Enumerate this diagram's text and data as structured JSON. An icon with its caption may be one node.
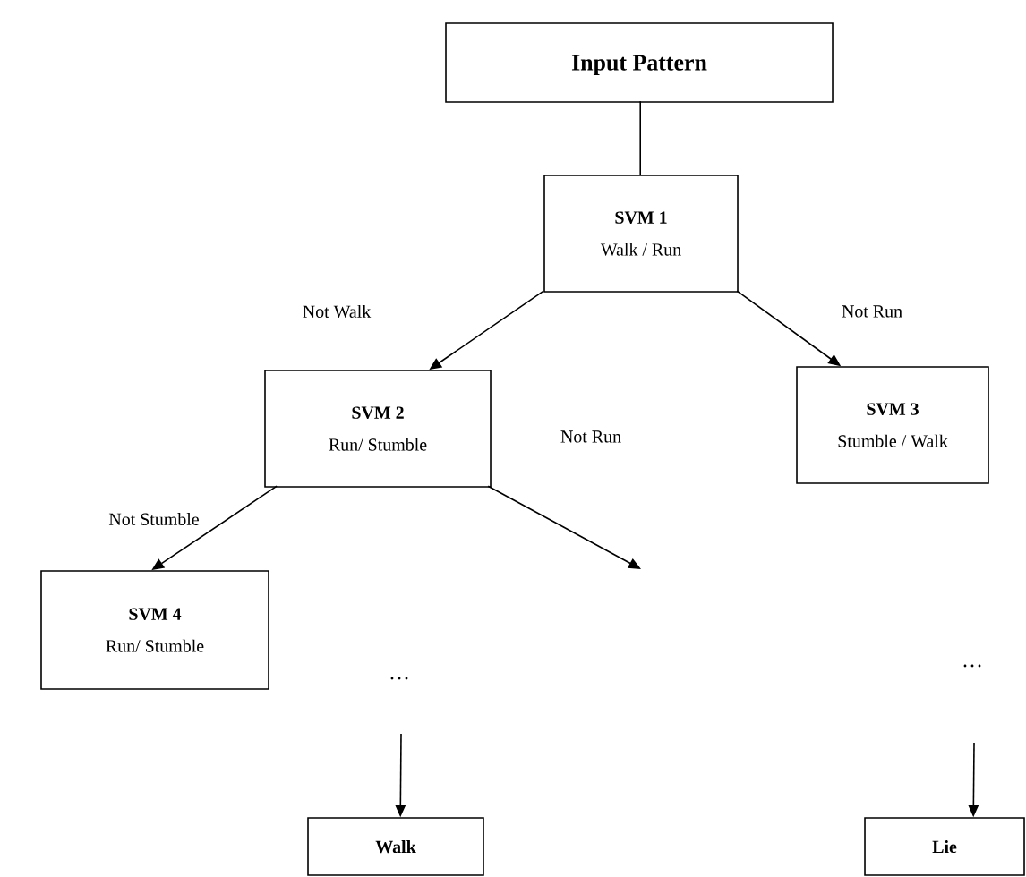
{
  "diagram": {
    "nodes": [
      {
        "text": [
          "Input Pattern"
        ]
      },
      {
        "text": [
          "SVM 1",
          "Walk / Run"
        ]
      },
      {
        "text": [
          "SVM 2",
          "Run/ Stumble"
        ]
      },
      {
        "text": [
          "SVM 3",
          "Stumble / Walk"
        ]
      },
      {
        "text": [
          "SVM 4",
          "Run/ Stumble"
        ]
      },
      {
        "text": [
          "Walk"
        ]
      },
      {
        "text": [
          "Lie"
        ]
      }
    ],
    "edges": [
      {
        "from": 0,
        "to": 1,
        "arrow": "none"
      },
      {
        "from": 1,
        "to": 2,
        "arrow": "to",
        "label": "Not Walk"
      },
      {
        "from": 1,
        "to": 3,
        "arrow": "to",
        "label": "Not Run"
      },
      {
        "from": 2,
        "to": 4,
        "arrow": "to",
        "label": "Not Stumble"
      },
      {
        "from": 2,
        "to": null,
        "arrow": "to",
        "label": "Not Run"
      },
      {
        "from": null,
        "to": 5,
        "arrow": "to"
      },
      {
        "from": null,
        "to": 6,
        "arrow": "to"
      }
    ],
    "labels": [
      "…",
      "…"
    ]
  }
}
